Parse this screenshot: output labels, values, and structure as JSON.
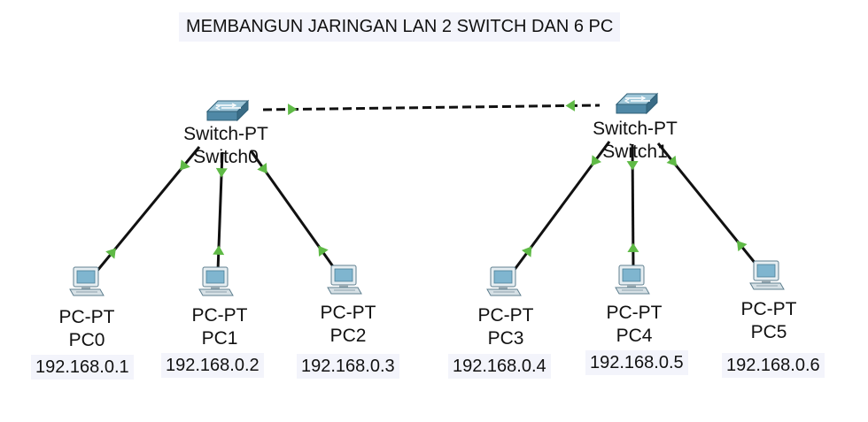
{
  "title": "MEMBANGUN JARINGAN  LAN 2 SWITCH DAN 6 PC",
  "colors": {
    "link": "#111111",
    "link_up": "#5fba46",
    "switch": "#4f88a6",
    "pc_screen": "#7fb5cf",
    "ip_bg": "#f3f4fb"
  },
  "switches": [
    {
      "id": "sw0",
      "model": "Switch-PT",
      "name": "Switch0",
      "icon": "switch-icon"
    },
    {
      "id": "sw1",
      "model": "Switch-PT",
      "name": "Switch1",
      "icon": "switch-icon"
    }
  ],
  "pcs": [
    {
      "id": "pc0",
      "model": "PC-PT",
      "name": "PC0",
      "ip": "192.168.0.1",
      "icon": "pc-icon",
      "switch": "sw0"
    },
    {
      "id": "pc1",
      "model": "PC-PT",
      "name": "PC1",
      "ip": "192.168.0.2",
      "icon": "pc-icon",
      "switch": "sw0"
    },
    {
      "id": "pc2",
      "model": "PC-PT",
      "name": "PC2",
      "ip": "192.168.0.3",
      "icon": "pc-icon",
      "switch": "sw0"
    },
    {
      "id": "pc3",
      "model": "PC-PT",
      "name": "PC3",
      "ip": "192.168.0.4",
      "icon": "pc-icon",
      "switch": "sw1"
    },
    {
      "id": "pc4",
      "model": "PC-PT",
      "name": "PC4",
      "ip": "192.168.0.5",
      "icon": "pc-icon",
      "switch": "sw1"
    },
    {
      "id": "pc5",
      "model": "PC-PT",
      "name": "PC5",
      "ip": "192.168.0.6",
      "icon": "pc-icon",
      "switch": "sw1"
    }
  ],
  "links": [
    {
      "from": "sw0",
      "to": "sw1",
      "style": "dashed"
    },
    {
      "from": "sw0",
      "to": "pc0",
      "style": "solid"
    },
    {
      "from": "sw0",
      "to": "pc1",
      "style": "solid"
    },
    {
      "from": "sw0",
      "to": "pc2",
      "style": "solid"
    },
    {
      "from": "sw1",
      "to": "pc3",
      "style": "solid"
    },
    {
      "from": "sw1",
      "to": "pc4",
      "style": "solid"
    },
    {
      "from": "sw1",
      "to": "pc5",
      "style": "solid"
    }
  ]
}
